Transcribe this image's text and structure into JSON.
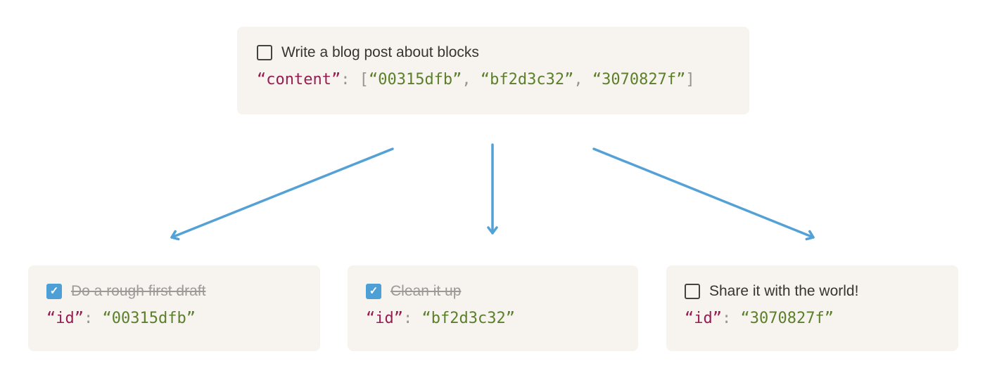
{
  "colors": {
    "card_background": "#f7f3ee",
    "task_text": "#37352f",
    "done_text": "#9b9a97",
    "code_key": "#991c52",
    "code_string": "#5b7f2b",
    "code_punctuation": "#96958f",
    "arrow": "#54a1d6",
    "checkbox_checked": "#4d9fd6"
  },
  "icons": {
    "checkmark": "✓"
  },
  "root_card": {
    "task": {
      "label": "Write a blog post about blocks",
      "checked": false
    },
    "code": {
      "key": "“content”",
      "colon": ": ",
      "open_bracket": "[",
      "items": [
        "“00315dfb”",
        "“bf2d3c32”",
        "“3070827f”"
      ],
      "separator": ", ",
      "close_bracket": "]"
    }
  },
  "child_cards": [
    {
      "task": {
        "label": "Do a rough first draft",
        "checked": true
      },
      "code": {
        "key": "“id”",
        "colon": ": ",
        "value": "“00315dfb”"
      }
    },
    {
      "task": {
        "label": "Clean it up",
        "checked": true
      },
      "code": {
        "key": "“id”",
        "colon": ": ",
        "value": "“bf2d3c32”"
      }
    },
    {
      "task": {
        "label": "Share it with the world!",
        "checked": false
      },
      "code": {
        "key": "“id”",
        "colon": ": ",
        "value": "“3070827f”"
      }
    }
  ]
}
